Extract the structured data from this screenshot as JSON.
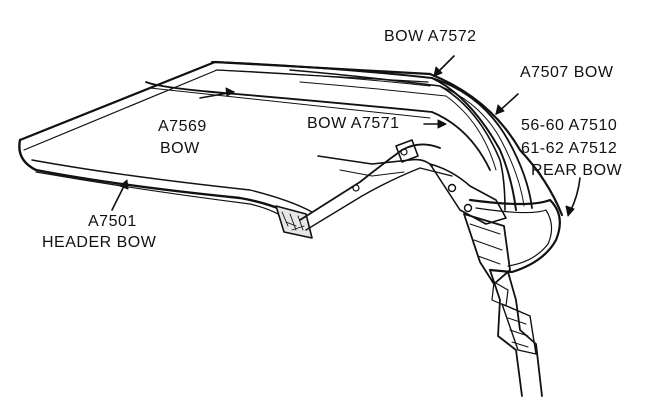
{
  "labels": {
    "bow_a7572": "BOW   A7572",
    "a7507_bow": "A7507  BOW",
    "a7569": "A7569",
    "bow_left": "BOW",
    "bow_a7571": "BOW  A7571",
    "row_5660": "56-60   A7510",
    "row_6162": "61-62   A7512",
    "rear_bow": "REAR BOW",
    "a7501": "A7501",
    "header_bow": "HEADER BOW"
  },
  "colors": {
    "ink": "#111111",
    "paper": "#ffffff"
  }
}
